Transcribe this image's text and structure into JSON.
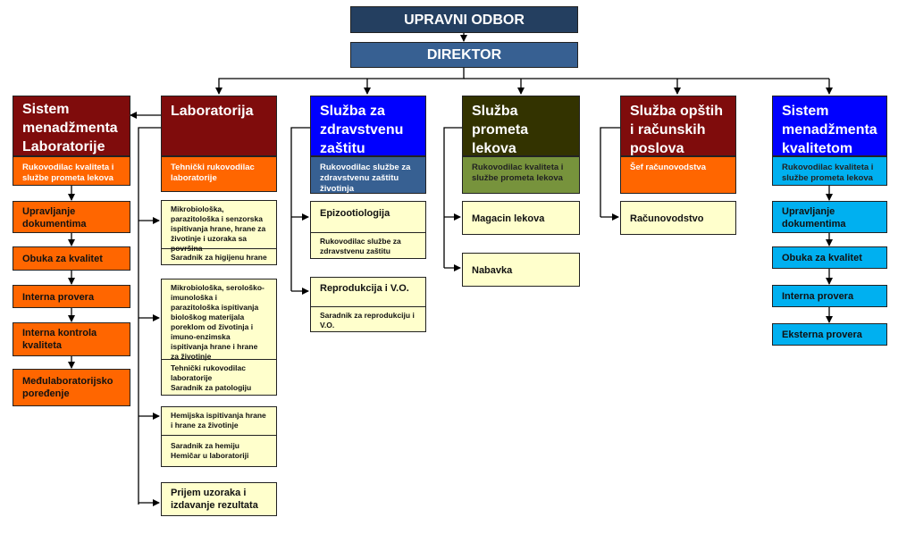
{
  "top": {
    "board": "UPRAVNI ODBOR",
    "director": "DIREKTOR"
  },
  "columns": {
    "sml": {
      "header": "Sistem menadžmenta Laboratorije",
      "sub": "Rukovodilac kvaliteta i službe prometa lekova",
      "items": [
        "Upravljanje dokumentima",
        "Obuka za kvalitet",
        "Interna provera",
        "Interna kontrola kvaliteta",
        "Međulaboratorijsko poređenje"
      ]
    },
    "lab": {
      "header": "Laboratorija",
      "sub": "Tehnički rukovodilac laboratorije",
      "units": [
        {
          "title": "Mikrobiološka, parazitološka i senzorska ispitivanja hrane, hrane za životinje i uzoraka sa površina",
          "note": "Saradnik za higijenu hrane"
        },
        {
          "title": "Mikrobiološka, serološko-imunološka i parazitološka ispitivanja biološkog materijala poreklom od životinja i imuno-enzimska ispitivanja hrane i hrane za životinje",
          "note": "Tehnički rukovodilac laboratorije\nSaradnik za patologiju"
        },
        {
          "title": "Hemijska ispitivanja hrane i hrane za životinje",
          "note": "Saradnik za hemiju\nHemičar u laboratoriji"
        }
      ],
      "last": "Prijem uzoraka i izdavanje rezultata"
    },
    "vet": {
      "header": "Služba za zdravstvenu zaštitu životinja",
      "sub": "Rukovodilac službe za zdravstvenu zaštitu životinja",
      "units": [
        {
          "title": "Epizootiologija",
          "note": "Rukovodilac službe za zdravstvenu zaštitu životinja"
        },
        {
          "title": "Reprodukcija i V.O.",
          "note": "Saradnik za reprodukciju i V.O."
        }
      ]
    },
    "drugs": {
      "header": "Služba prometa lekova",
      "sub": "Rukovodilac kvaliteta i službe prometa lekova",
      "items": [
        "Magacin lekova",
        "Nabavka"
      ]
    },
    "gen": {
      "header": "Služba opštih i računskih poslova",
      "sub": "Šef računovodstva",
      "items": [
        "Računovodstvo"
      ]
    },
    "smk": {
      "header": "Sistem menadžmenta kvalitetom",
      "sub": "Rukovodilac kvaliteta i službe prometa lekova",
      "items": [
        "Upravljanje dokumentima",
        "Obuka za kvalitet",
        "Interna provera",
        "Eksterna provera"
      ]
    }
  },
  "colors": {
    "navy": "#243f60",
    "steel": "#376092",
    "darkred": "#7f0c0c",
    "orange": "#ff6600",
    "blue": "#0000ff",
    "olive": "#333300",
    "green": "#77933c",
    "cyan": "#00b0f0",
    "yellow": "#ffffcc"
  }
}
